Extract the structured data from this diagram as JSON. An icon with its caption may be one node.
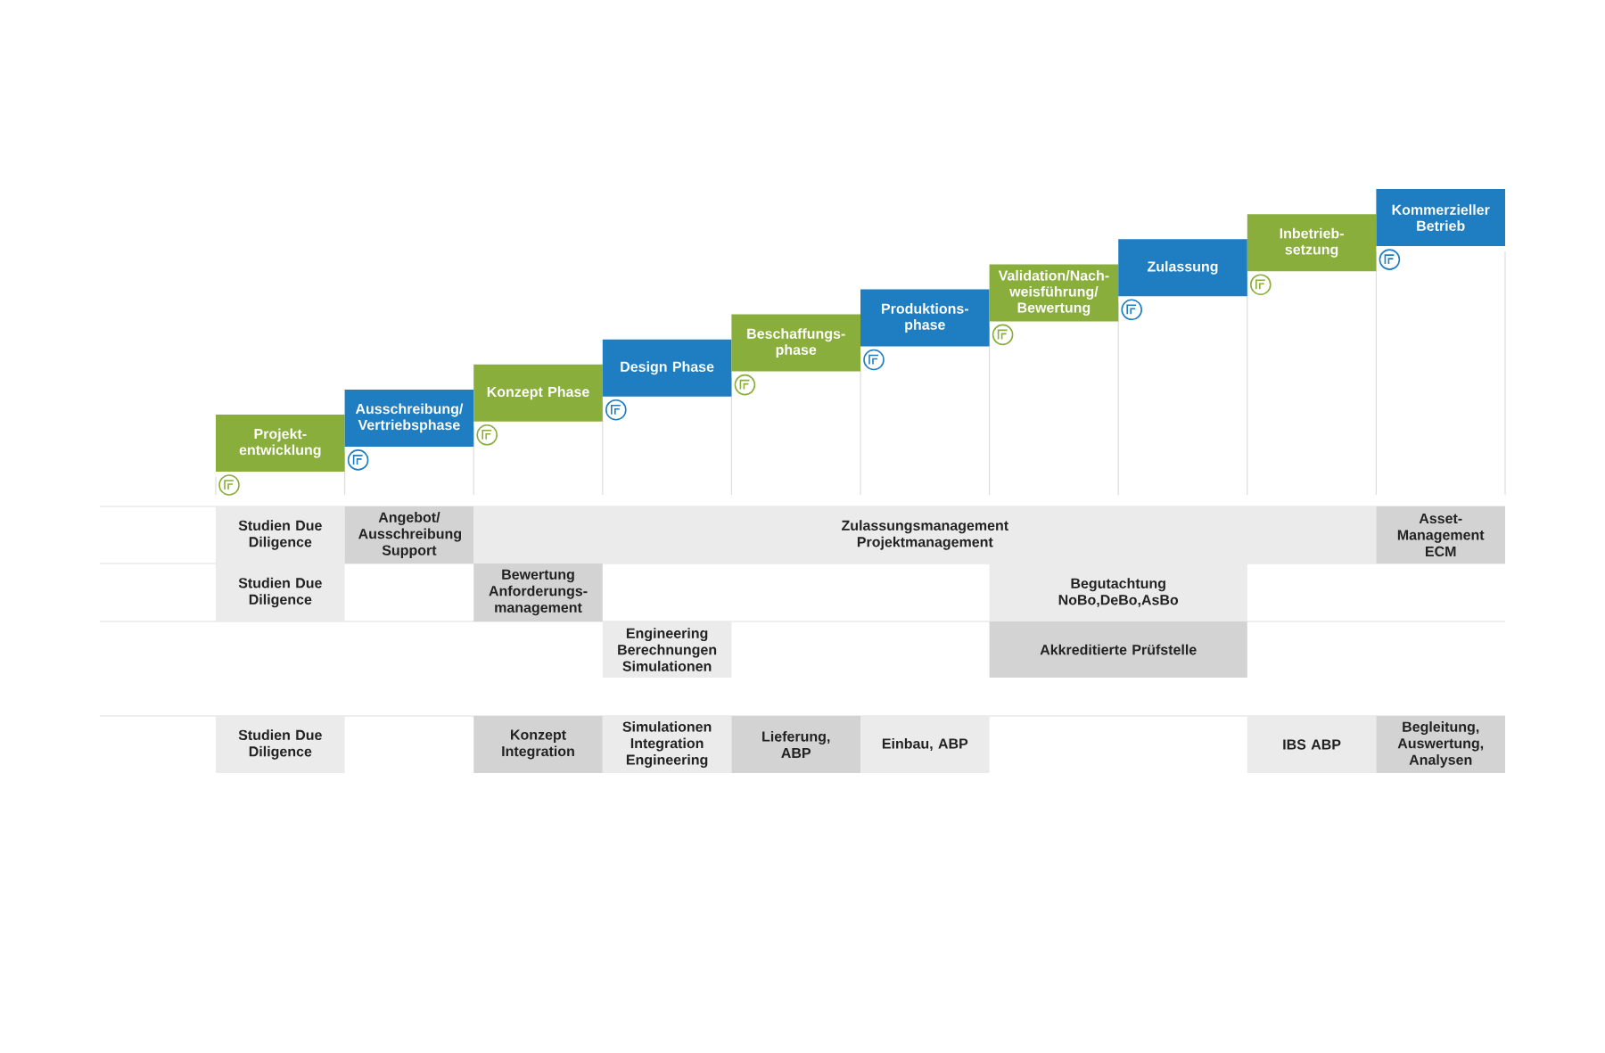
{
  "diagram": {
    "nodes": [
      {
        "text": [
          "Projekt- entwicklung"
        ]
      },
      {
        "text": [
          "Ausschreibung/ Vertriebsphase"
        ]
      },
      {
        "text": [
          "Konzept Phase"
        ]
      },
      {
        "text": [
          "Design Phase"
        ]
      },
      {
        "text": [
          "Beschaffungs- phase"
        ]
      },
      {
        "text": [
          "Produktions- phase"
        ]
      },
      {
        "text": [
          "Validation/Nach- weisführung/ Bewertung"
        ]
      },
      {
        "text": [
          "Zulassung"
        ]
      },
      {
        "text": [
          "Inbetrieb- setzung"
        ]
      },
      {
        "text": [
          "Kommerzieller Betrieb"
        ]
      },
      {
        "text": [
          "Studien Due Diligence"
        ]
      },
      {
        "text": [
          "Angebot/ Ausschreibung Support"
        ]
      },
      {
        "text": [
          "Zulassungsmanagement Projektmanagement"
        ]
      },
      {
        "text": [
          "Asset- Management ECM"
        ]
      },
      {
        "text": [
          "Studien Due Diligence"
        ]
      },
      {
        "text": [
          "Bewertung Anforderungs- management"
        ]
      },
      {
        "text": [
          "Begutachtung NoBo,DeBo,AsBo"
        ]
      },
      {
        "text": [
          "Engineering Berechnungen Simulationen"
        ]
      },
      {
        "text": [
          "Akkreditierte Prüfstelle"
        ]
      },
      {
        "text": [
          "Studien Due Diligence"
        ]
      },
      {
        "text": [
          "Konzept Integration"
        ]
      },
      {
        "text": [
          "Simulationen Integration Engineering"
        ]
      },
      {
        "text": [
          "Lieferung, ABP"
        ]
      },
      {
        "text": [
          "Einbau, ABP"
        ]
      },
      {
        "text": [
          "IBS ABP"
        ]
      },
      {
        "text": [
          "Begleitung, Auswertung, Analysen"
        ]
      }
    ]
  }
}
